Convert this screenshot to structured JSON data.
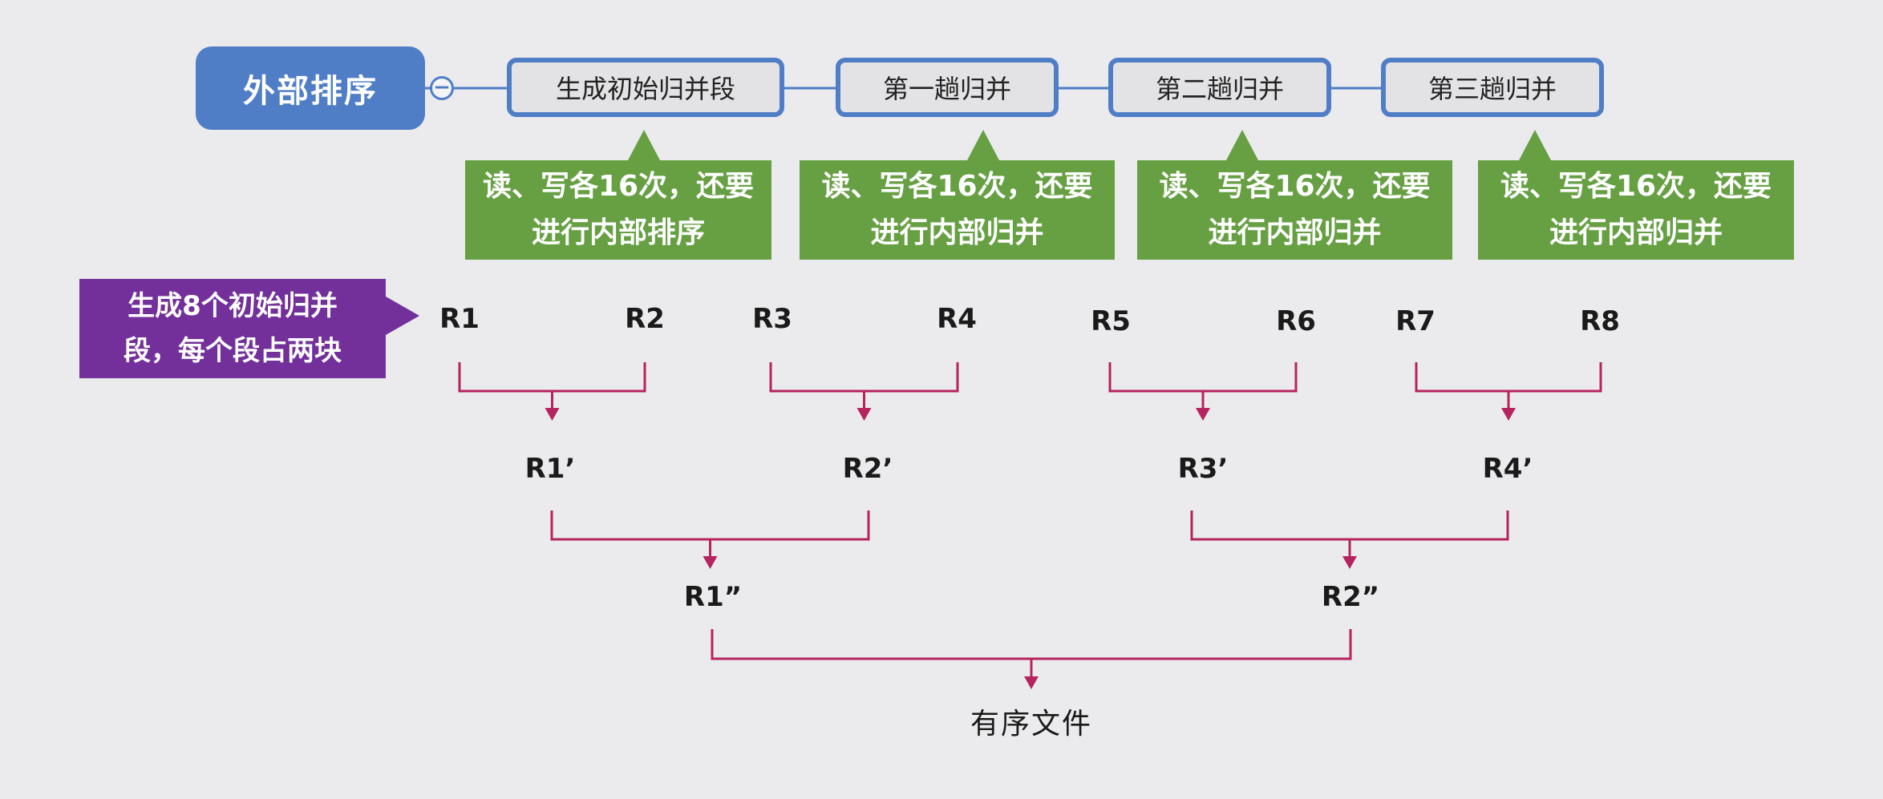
{
  "mindmap": {
    "root": "外部排序",
    "collapse_symbol": "−",
    "steps": [
      {
        "label": "生成初始归并段",
        "note_line1": "读、写各16次，还要",
        "note_line2": "进行内部排序"
      },
      {
        "label": "第一趟归并",
        "note_line1": "读、写各16次，还要",
        "note_line2": "进行内部归并"
      },
      {
        "label": "第二趟归并",
        "note_line1": "读、写各16次，还要",
        "note_line2": "进行内部归并"
      },
      {
        "label": "第三趟归并",
        "note_line1": "读、写各16次，还要",
        "note_line2": "进行内部归并"
      }
    ]
  },
  "annotation": {
    "line1": "生成8个初始归并",
    "line2": "段，每个段占两块"
  },
  "merge_tree": {
    "level0": [
      "R1",
      "R2",
      "R3",
      "R4",
      "R5",
      "R6",
      "R7",
      "R8"
    ],
    "level1": [
      "R1’",
      "R2’",
      "R3’",
      "R4’"
    ],
    "level2": [
      "R1”",
      "R2”"
    ],
    "result": "有序文件"
  },
  "colors": {
    "blue": "#4f7ec7",
    "green": "#66a043",
    "purple": "#73309a",
    "magenta": "#b5245f"
  }
}
